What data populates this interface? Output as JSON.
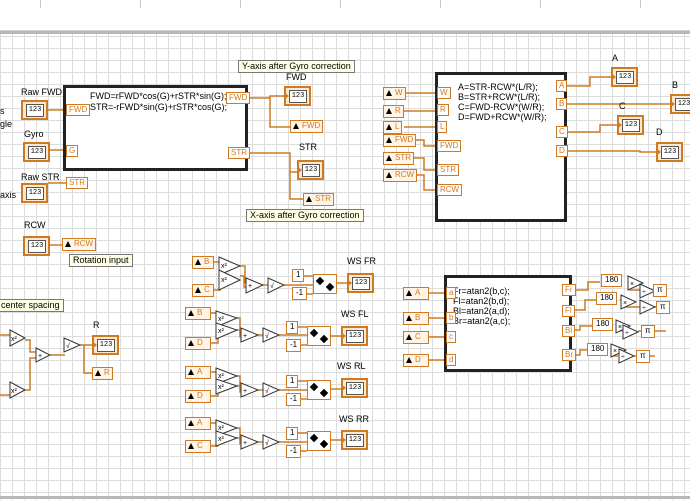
{
  "notes": {
    "y_axis": "Y-axis after Gyro correction",
    "x_axis": "X-axis after Gyro correction",
    "rotation": "Rotation input",
    "center_spacing": "center spacing"
  },
  "labels": {
    "raw_fwd": "Raw FWD",
    "gyro": "Gyro",
    "raw_str": "Raw STR",
    "rcw": "RCW",
    "gle": "gle",
    "axis": "axis",
    "fwd": "FWD",
    "str": "STR",
    "a": "A",
    "b": "B",
    "c": "C",
    "d": "D",
    "r": "R",
    "ws_fr": "WS FR",
    "ws_fl": "WS FL",
    "ws_rl": "WS RL",
    "ws_rr": "WS RR"
  },
  "indicator_text": "123",
  "formula_gyro": [
    "FWD=rFWD*cos(G)+rSTR*sin(G);",
    "STR=-rFWD*sin(G)+rSTR*cos(G);"
  ],
  "formula_abcd": [
    "A=STR-RCW*(L/R);",
    "B=STR+RCW*(L/R);",
    "C=FWD-RCW*(W/R);",
    "D=FWD+RCW*(W/R);"
  ],
  "formula_atan": [
    "Fr=atan2(b,c);",
    "Fl=atan2(b,d);",
    "Bl=atan2(a,d);",
    "Br=atan2(a,c);"
  ],
  "terminals": {
    "in_fwd": "FWD",
    "in_g": "G",
    "in_str": "STR",
    "out_fwd": "FWD",
    "out_str": "STR",
    "in_w": "W",
    "in_r": "R",
    "in_l": "L",
    "in_fwd2": "FWD",
    "in_str2": "STR",
    "in_rcw": "RCW",
    "out_a": "A",
    "out_b": "B",
    "out_c": "C",
    "out_d": "D",
    "in_a": "a",
    "in_b": "b",
    "in_c": "c",
    "in_d": "d",
    "out_fr": "Fr",
    "out_fl": "Fl",
    "out_bl": "Bl",
    "out_br": "Br"
  },
  "locals": {
    "fwd_out": "FWD",
    "str_out": "STR",
    "rcw_out": "RCW",
    "r_out": "R",
    "w": "W",
    "r": "R",
    "l": "L",
    "fwd": "FWD",
    "str": "STR",
    "rcw": "RCW",
    "a": "A",
    "b": "B",
    "c": "C",
    "d": "D",
    "fr_b": "B",
    "fr_c": "C",
    "fl_b": "B",
    "fl_d": "D",
    "rl_a": "A",
    "rl_d": "D",
    "rr_a": "A",
    "rr_c": "C"
  },
  "constants": {
    "one_fr": "1",
    "neg_fr": "-1",
    "one_fl": "1",
    "neg_fl": "-1",
    "one_rl": "1",
    "neg_rl": "-1",
    "one_rr": "1",
    "neg_rr": "-1",
    "k180_1": "180",
    "k180_2": "180",
    "k180_3": "180",
    "k180_4": "180"
  },
  "ops": {
    "sq": "x²",
    "add": "+",
    "sqrt": "√",
    "mul": "×",
    "div": "÷",
    "pi": "π"
  },
  "colors": {
    "wire": "#cf7a23",
    "node_border": "#222",
    "grid": "#dcdcdc"
  }
}
